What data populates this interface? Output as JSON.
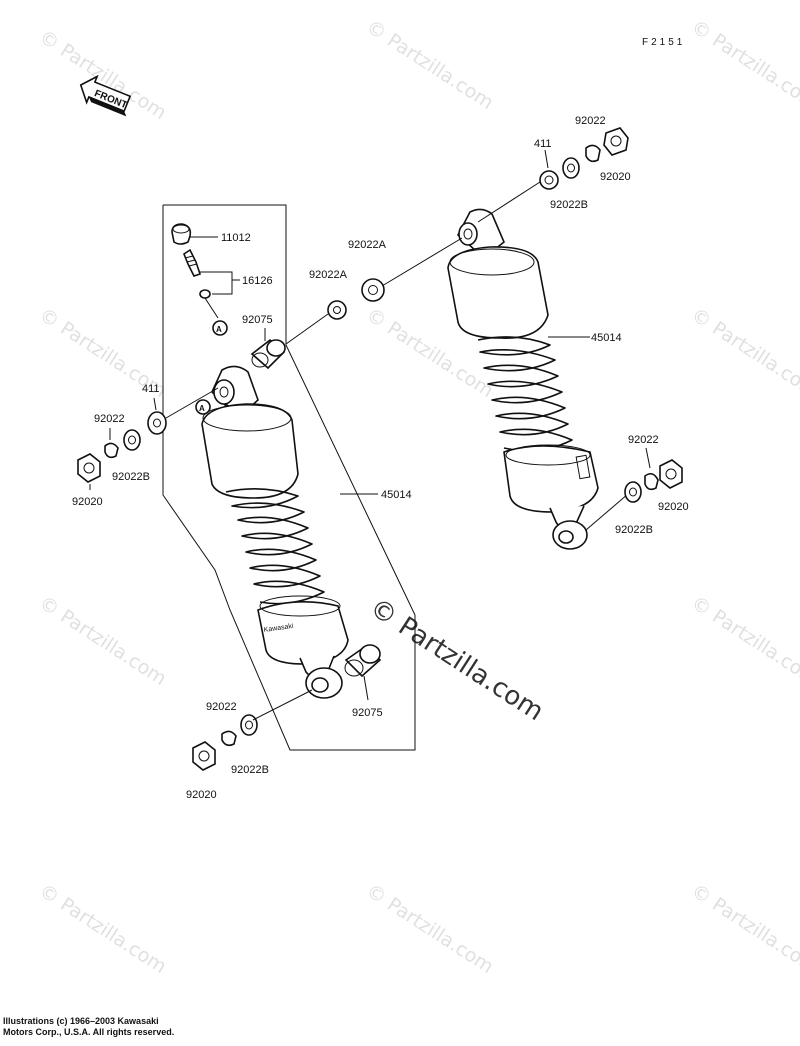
{
  "figure_code": "F2151",
  "front_label": "FRONT",
  "watermark_text": "© Partzilla.com",
  "copyright": {
    "line1": "Illustrations (c) 1966–2003 Kawasaki",
    "line2": "Motors Corp., U.S.A.  All rights reserved."
  },
  "shock_brand": "Kawasaki",
  "callouts": {
    "c411_right": "411",
    "c92022_top": "92022",
    "c92020_top": "92020",
    "c92022B_top": "92022B",
    "c92022A_mid": "92022A",
    "c92022A_left": "92022A",
    "c11012": "11012",
    "c16126": "16126",
    "c92075_top": "92075",
    "c45014_right": "45014",
    "c411_left": "411",
    "c92022_left": "92022",
    "c92022B_left": "92022B",
    "c92020_left": "92020",
    "c45014_mid": "45014",
    "c92022_right": "92022",
    "c92020_right": "92020",
    "c92022B_right": "92022B",
    "c92075_bottom": "92075",
    "c92022_bottom": "92022",
    "c92022B_bottom": "92022B",
    "c92020_bottom": "92020",
    "ref_a": "A"
  }
}
